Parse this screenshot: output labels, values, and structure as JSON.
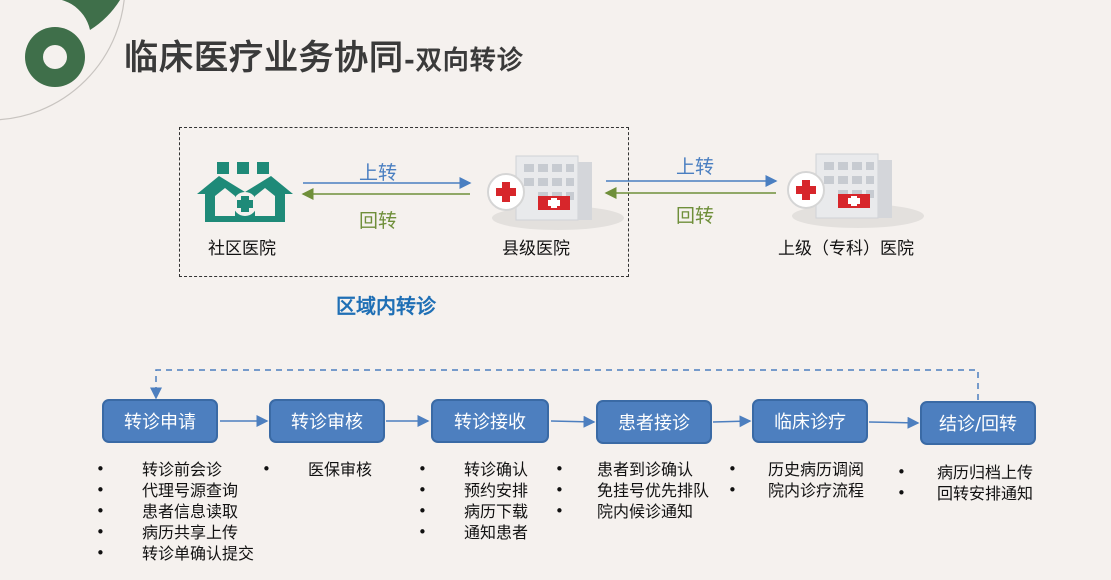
{
  "title": {
    "main": "临床医疗业务协同",
    "sub": "-双向转诊"
  },
  "referral": {
    "nodes": [
      {
        "label": "社区医院"
      },
      {
        "label": "县级医院"
      },
      {
        "label": "上级（专科）医院"
      }
    ],
    "arrows": [
      {
        "up": "上转",
        "back": "回转"
      },
      {
        "up": "上转",
        "back": "回转"
      }
    ],
    "region_caption": "区域内转诊"
  },
  "process": {
    "steps": [
      {
        "label": "转诊申请",
        "items": [
          "转诊前会诊",
          "代理号源查询",
          "患者信息读取",
          "病历共享上传",
          "转诊单确认提交"
        ]
      },
      {
        "label": "转诊审核",
        "items": [
          "医保审核"
        ]
      },
      {
        "label": "转诊接收",
        "items": [
          "转诊确认",
          "预约安排",
          "病历下载",
          "通知患者"
        ]
      },
      {
        "label": "患者接诊",
        "items": [
          "患者到诊确认",
          "免挂号优先排队",
          "院内候诊通知"
        ]
      },
      {
        "label": "临床诊疗",
        "items": [
          "历史病历调阅",
          "院内诊疗流程"
        ]
      },
      {
        "label": "结诊/回转",
        "items": [
          "病历归档上传",
          "回转安排通知"
        ]
      }
    ]
  },
  "colors": {
    "accent_blue": "#4d7fbf",
    "green": "#6f8f3a",
    "teal": "#1e8a78",
    "title": "#3a3a3a"
  }
}
